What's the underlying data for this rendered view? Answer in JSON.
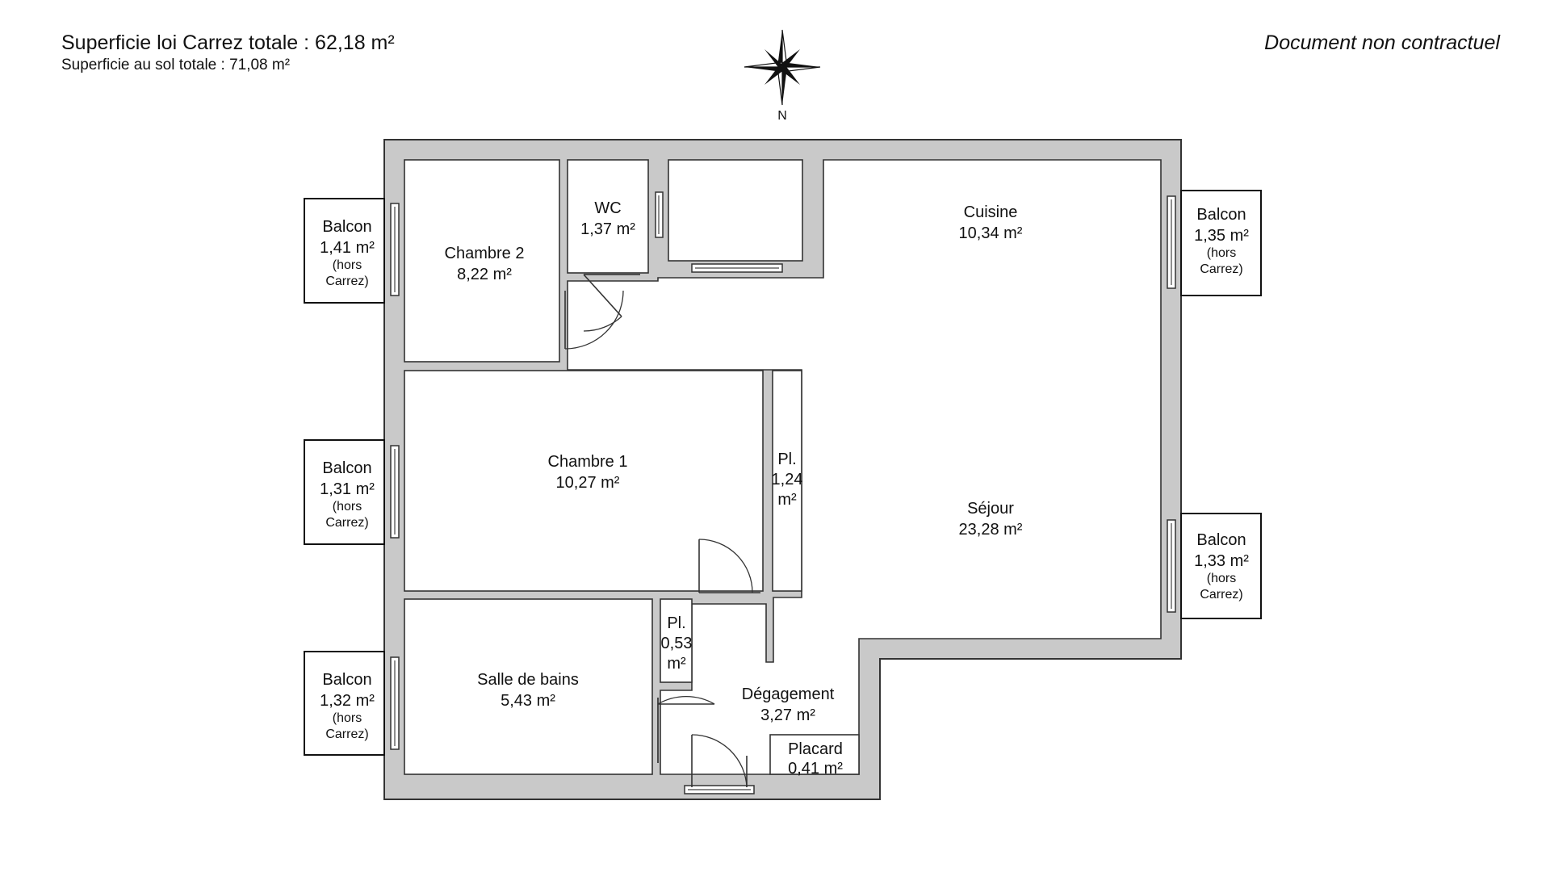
{
  "header": {
    "carrez_label": "Superficie loi Carrez totale :",
    "carrez_value": "62,18 m²",
    "sol_label": "Superficie au sol totale :",
    "sol_value": "71,08 m²",
    "disclaimer": "Document non contractuel"
  },
  "compass": {
    "north": "N"
  },
  "rooms": {
    "chambre2": {
      "name": "Chambre 2",
      "area": "8,22 m²"
    },
    "wc": {
      "name": "WC",
      "area": "1,37 m²"
    },
    "cuisine": {
      "name": "Cuisine",
      "area": "10,34 m²"
    },
    "chambre1": {
      "name": "Chambre 1",
      "area": "10,27 m²"
    },
    "placard1": {
      "l1": "Pl.",
      "l2": "1,24",
      "l3": "m²"
    },
    "sejour": {
      "name": "Séjour",
      "area": "23,28 m²"
    },
    "placard2": {
      "l1": "Pl.",
      "l2": "0,53",
      "l3": "m²"
    },
    "sdb": {
      "name": "Salle de bains",
      "area": "5,43 m²"
    },
    "degagement": {
      "name": "Dégagement",
      "area": "3,27 m²"
    },
    "placard3": {
      "name": "Placard",
      "area": "0,41 m²"
    }
  },
  "balconies": {
    "b1": {
      "name": "Balcon",
      "area": "1,41 m²",
      "note1": "(hors",
      "note2": "Carrez)"
    },
    "b2": {
      "name": "Balcon",
      "area": "1,31 m²",
      "note1": "(hors",
      "note2": "Carrez)"
    },
    "b3": {
      "name": "Balcon",
      "area": "1,32 m²",
      "note1": "(hors",
      "note2": "Carrez)"
    },
    "b4": {
      "name": "Balcon",
      "area": "1,35 m²",
      "note1": "(hors",
      "note2": "Carrez)"
    },
    "b5": {
      "name": "Balcon",
      "area": "1,33 m²",
      "note1": "(hors",
      "note2": "Carrez)"
    }
  }
}
